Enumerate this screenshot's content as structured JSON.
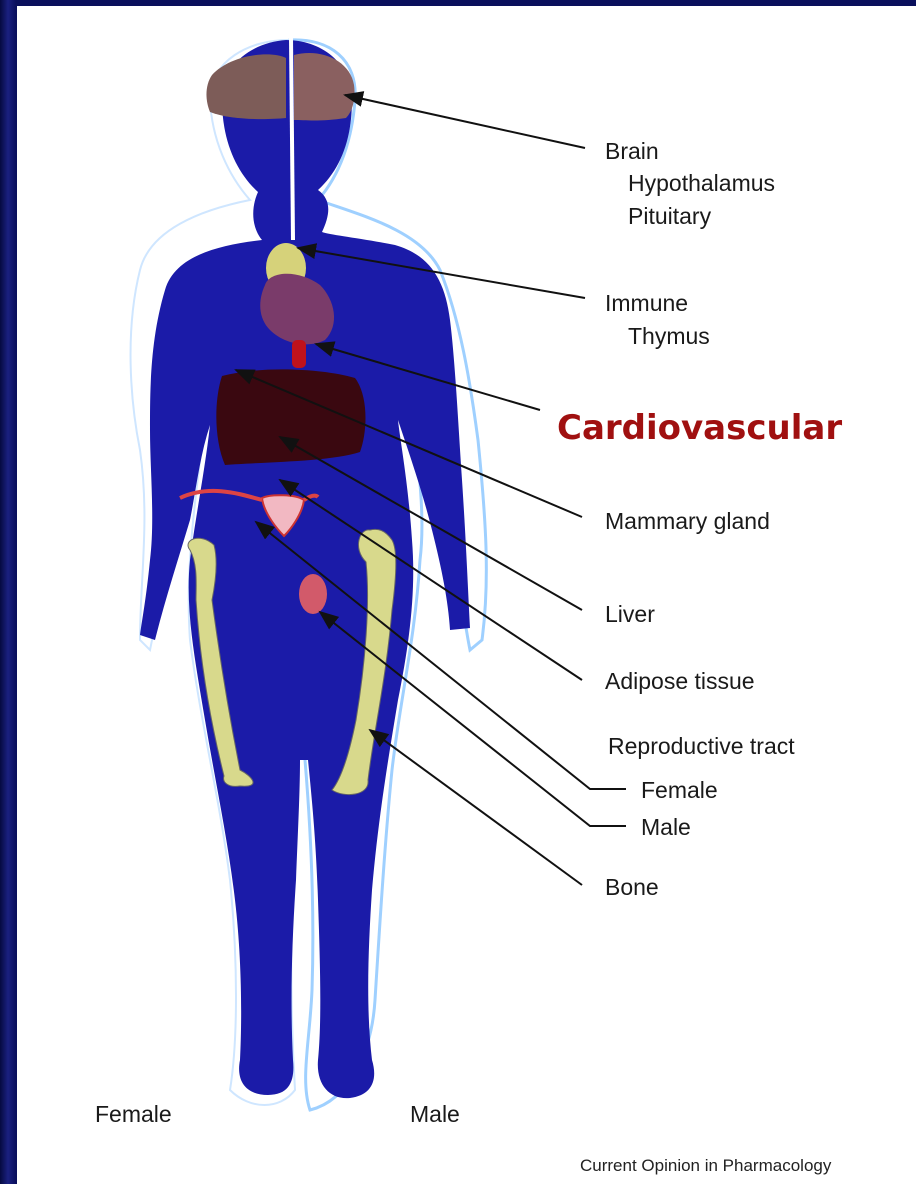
{
  "labels": {
    "brain": "Brain",
    "hypothalamus": "Hypothalamus",
    "pituitary": "Pituitary",
    "immune": "Immune",
    "thymus": "Thymus",
    "cardiovascular": "Cardiovascular",
    "mammary": "Mammary gland",
    "liver": "Liver",
    "adipose": "Adipose tissue",
    "reproductive": "Reproductive tract",
    "female_tract": "Female",
    "male_tract": "Male",
    "bone": "Bone",
    "female": "Female",
    "male": "Male",
    "source": "Current Opinion in Pharmacology"
  },
  "colors": {
    "background": "#0a0f5c",
    "body": "#1a1aa0",
    "outline": "#9fd0ff",
    "highlight": "#a01010",
    "bone": "#d8d98c"
  }
}
